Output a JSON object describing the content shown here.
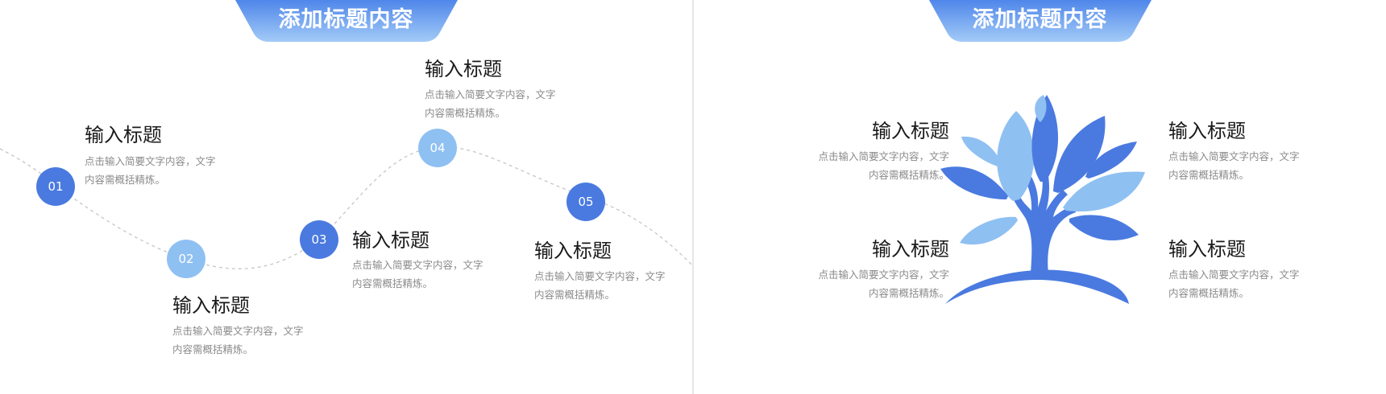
{
  "slides": [
    {
      "banner": "添加标题内容",
      "items": [
        {
          "num": "01",
          "title": "输入标题",
          "desc1": "点击输入简要文字内容，文字",
          "desc2": "内容需概括精炼。"
        },
        {
          "num": "02",
          "title": "输入标题",
          "desc1": "点击输入简要文字内容，文字",
          "desc2": "内容需概括精炼。"
        },
        {
          "num": "03",
          "title": "输入标题",
          "desc1": "点击输入简要文字内容，文字",
          "desc2": "内容需概括精炼。"
        },
        {
          "num": "04",
          "title": "输入标题",
          "desc1": "点击输入简要文字内容，文字",
          "desc2": "内容需概括精炼。"
        },
        {
          "num": "05",
          "title": "输入标题",
          "desc1": "点击输入简要文字内容，文字",
          "desc2": "内容需概括精炼。"
        }
      ]
    },
    {
      "banner": "添加标题内容",
      "items": [
        {
          "title": "输入标题",
          "desc1": "点击输入简要文字内容，文字",
          "desc2": "内容需概括精炼。"
        },
        {
          "title": "输入标题",
          "desc1": "点击输入简要文字内容，文字",
          "desc2": "内容需概括精炼。"
        },
        {
          "title": "输入标题",
          "desc1": "点击输入简要文字内容，文字",
          "desc2": "内容需概括精炼。"
        },
        {
          "title": "输入标题",
          "desc1": "点击输入简要文字内容，文字",
          "desc2": "内容需概括精炼。"
        }
      ]
    }
  ],
  "colors": {
    "dark_blue": "#4a7ae0",
    "light_blue": "#8fc0f2",
    "banner_top": "#4f86ea",
    "banner_bottom": "#a3cbf7"
  },
  "icons": {
    "tree": "hand-tree-icon"
  }
}
